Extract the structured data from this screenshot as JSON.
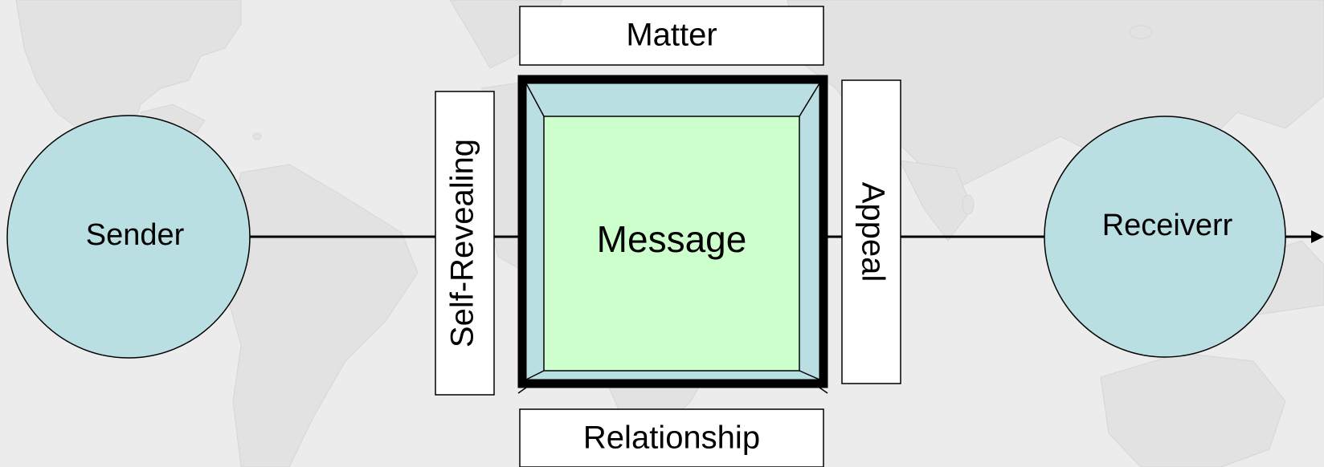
{
  "diagram": {
    "sender_label": "Sender",
    "receiver_label": "Receiverr",
    "message_label": "Message",
    "matter_label": "Matter",
    "relationship_label": "Relationship",
    "self_revealing_label": "Self-Revealing",
    "appeal_label": "Appeal"
  },
  "colors": {
    "background": "#ececec",
    "map_land": "#e2e2e2",
    "circle_fill": "#b9dfe2",
    "frame_fill": "#b9dfe2",
    "message_fill": "#ccffcc",
    "stroke": "#000000"
  },
  "icons": {
    "background": "world-map-icon",
    "arrow": "arrow-head-icon"
  }
}
